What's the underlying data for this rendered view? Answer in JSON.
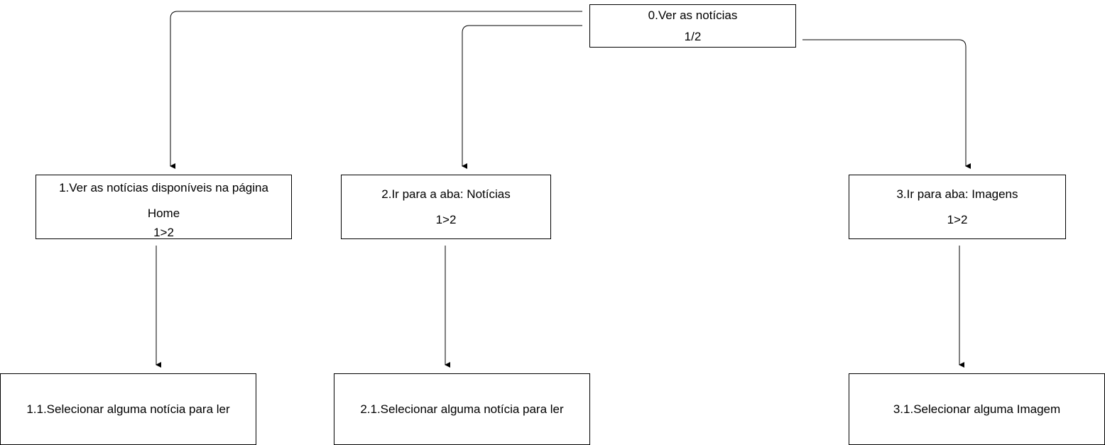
{
  "nodes": {
    "root": {
      "title": "0.Ver as notícias",
      "sub": "1/2"
    },
    "n1": {
      "line1": "1.Ver as notícias disponíveis na página",
      "line2": "Home",
      "sub": "1>2"
    },
    "n2": {
      "title": "2.Ir para a aba: Notícias",
      "sub": "1>2"
    },
    "n3": {
      "title": "3.Ir para aba: Imagens",
      "sub": "1>2"
    },
    "n11": {
      "title": "1.1.Selecionar alguma notícia para ler"
    },
    "n21": {
      "title": "2.1.Selecionar alguma notícia para ler"
    },
    "n31": {
      "title": "3.1.Selecionar alguma Imagem"
    }
  },
  "colors": {
    "stroke": "#000000",
    "fill": "#ffffff"
  }
}
